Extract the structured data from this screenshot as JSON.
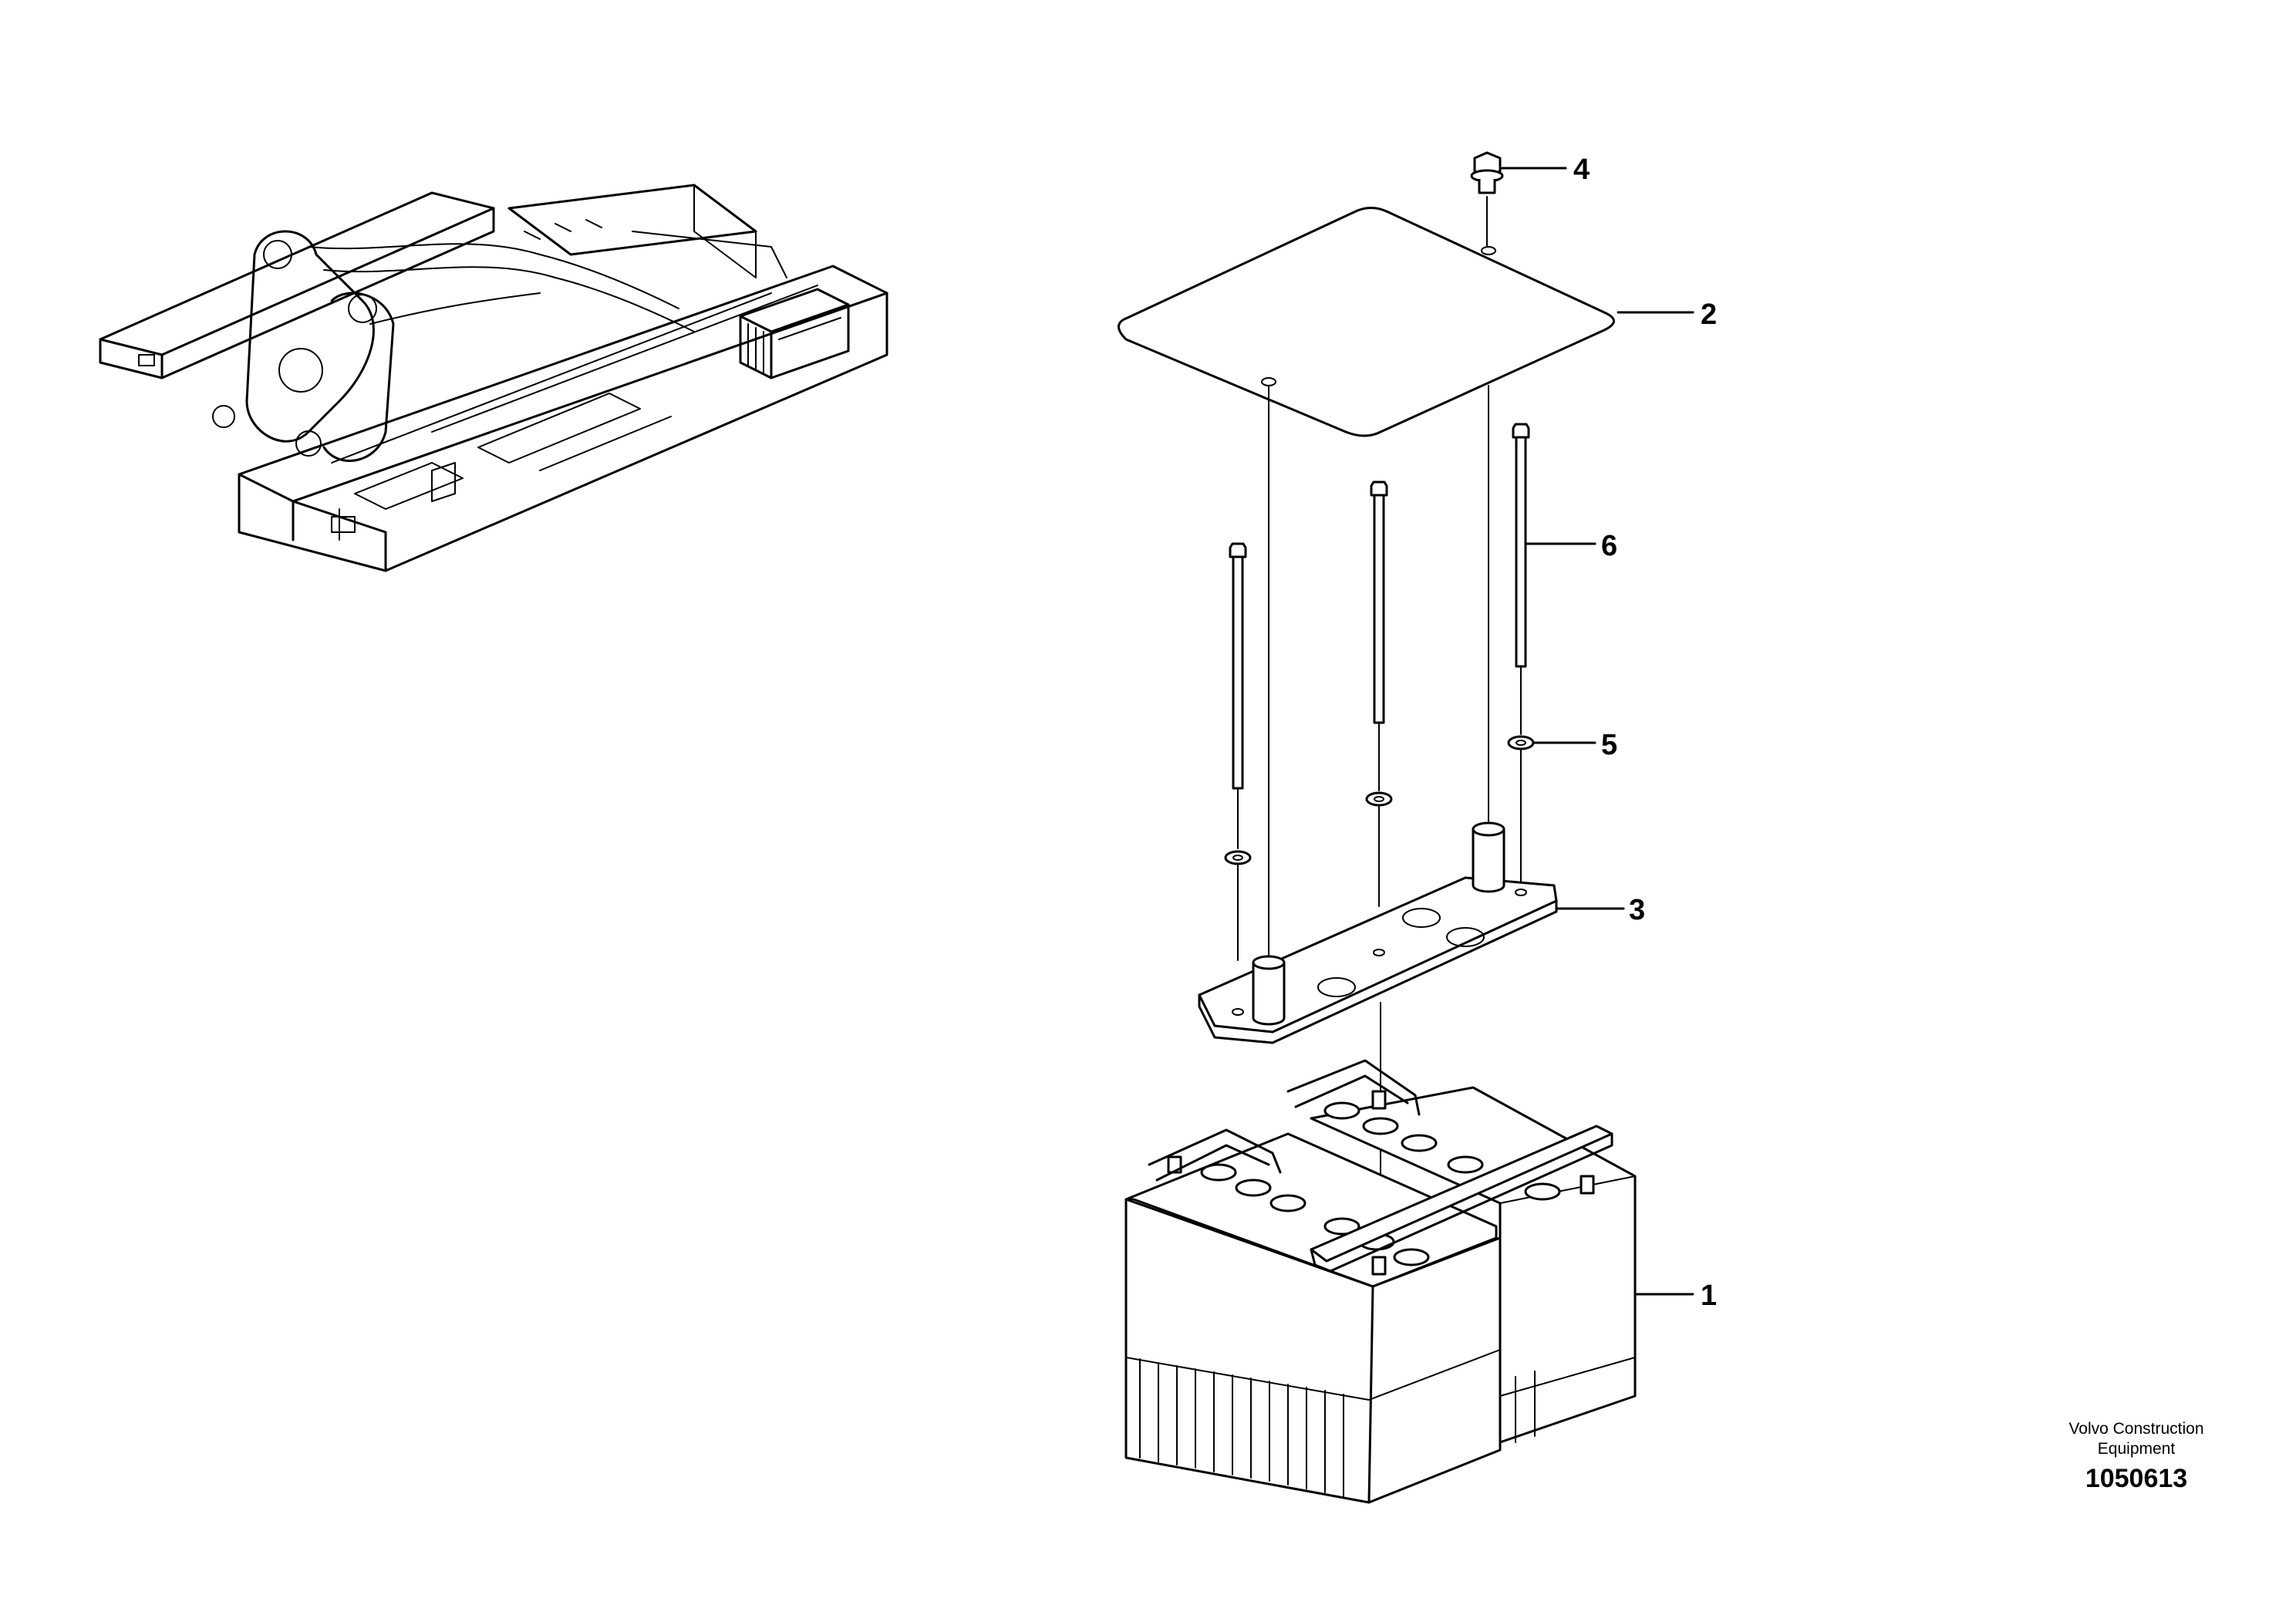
{
  "callouts": [
    {
      "number": "1",
      "part": "battery"
    },
    {
      "number": "2",
      "part": "cover-plate"
    },
    {
      "number": "3",
      "part": "hold-down-bracket"
    },
    {
      "number": "4",
      "part": "screw"
    },
    {
      "number": "5",
      "part": "washer"
    },
    {
      "number": "6",
      "part": "tie-rod"
    }
  ],
  "footer": {
    "company_line1": "Volvo Construction",
    "company_line2": "Equipment",
    "drawing_number": "1050613"
  }
}
